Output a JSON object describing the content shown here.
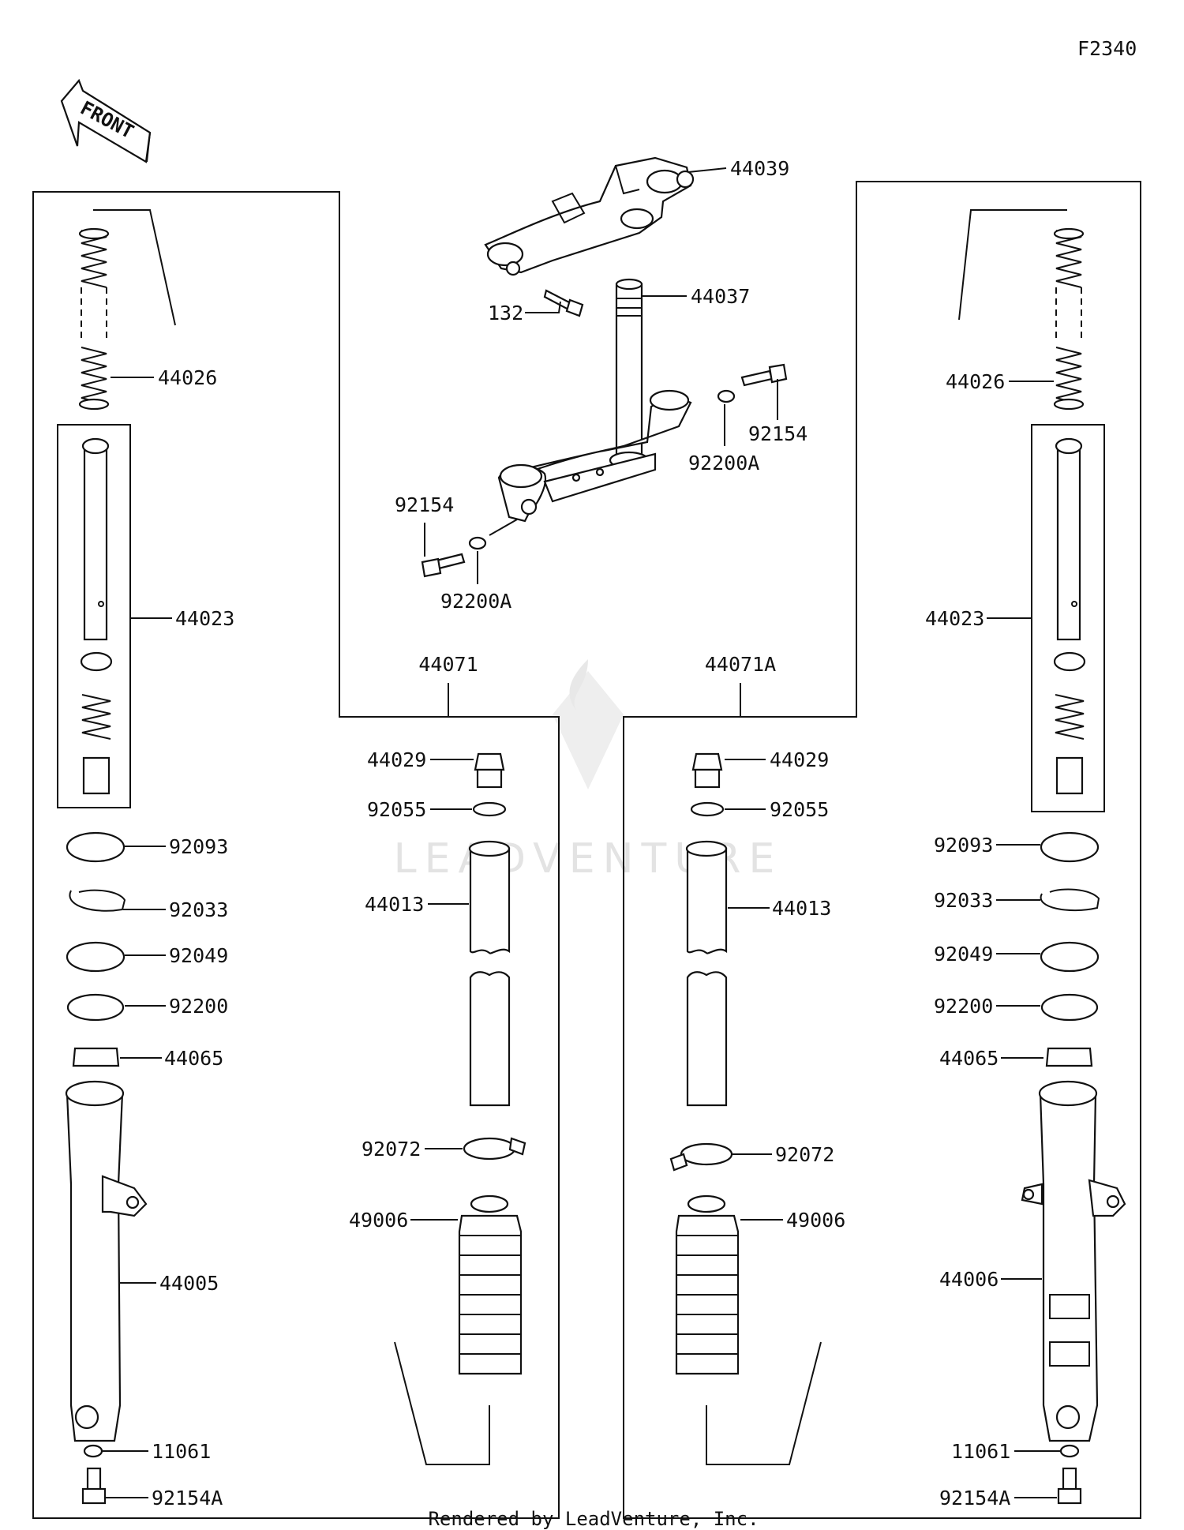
{
  "figure_code": "F2340",
  "front_arrow_text": "FRONT",
  "watermark": "LEADVENTURE",
  "footer": "Rendered by LeadVenture, Inc.",
  "labels": {
    "l44039": "44039",
    "l132": "132",
    "l44037": "44037",
    "l92154_r": "92154",
    "l92200A_r": "92200A",
    "l92154_l": "92154",
    "l92200A_l": "92200A",
    "l44071": "44071",
    "l44071A": "44071A",
    "l44026_l": "44026",
    "l44023_l": "44023",
    "l92093_l": "92093",
    "l92033_l": "92033",
    "l92049_l": "92049",
    "l92200_l": "92200",
    "l44065_l": "44065",
    "l44005": "44005",
    "l11061_l": "11061",
    "l92154A_l": "92154A",
    "l44029_l": "44029",
    "l92055_l": "92055",
    "l44013_l": "44013",
    "l92072_l": "92072",
    "l49006_l": "49006",
    "l44029_r": "44029",
    "l92055_r": "92055",
    "l44013_r": "44013",
    "l92072_r": "92072",
    "l49006_r": "49006",
    "l44026_r": "44026",
    "l44023_r": "44023",
    "l92093_r": "92093",
    "l92033_r": "92033",
    "l92049_r": "92049",
    "l92200_r": "92200",
    "l44065_r": "44065",
    "l44006": "44006",
    "l11061_r": "11061",
    "l92154A_r": "92154A"
  }
}
